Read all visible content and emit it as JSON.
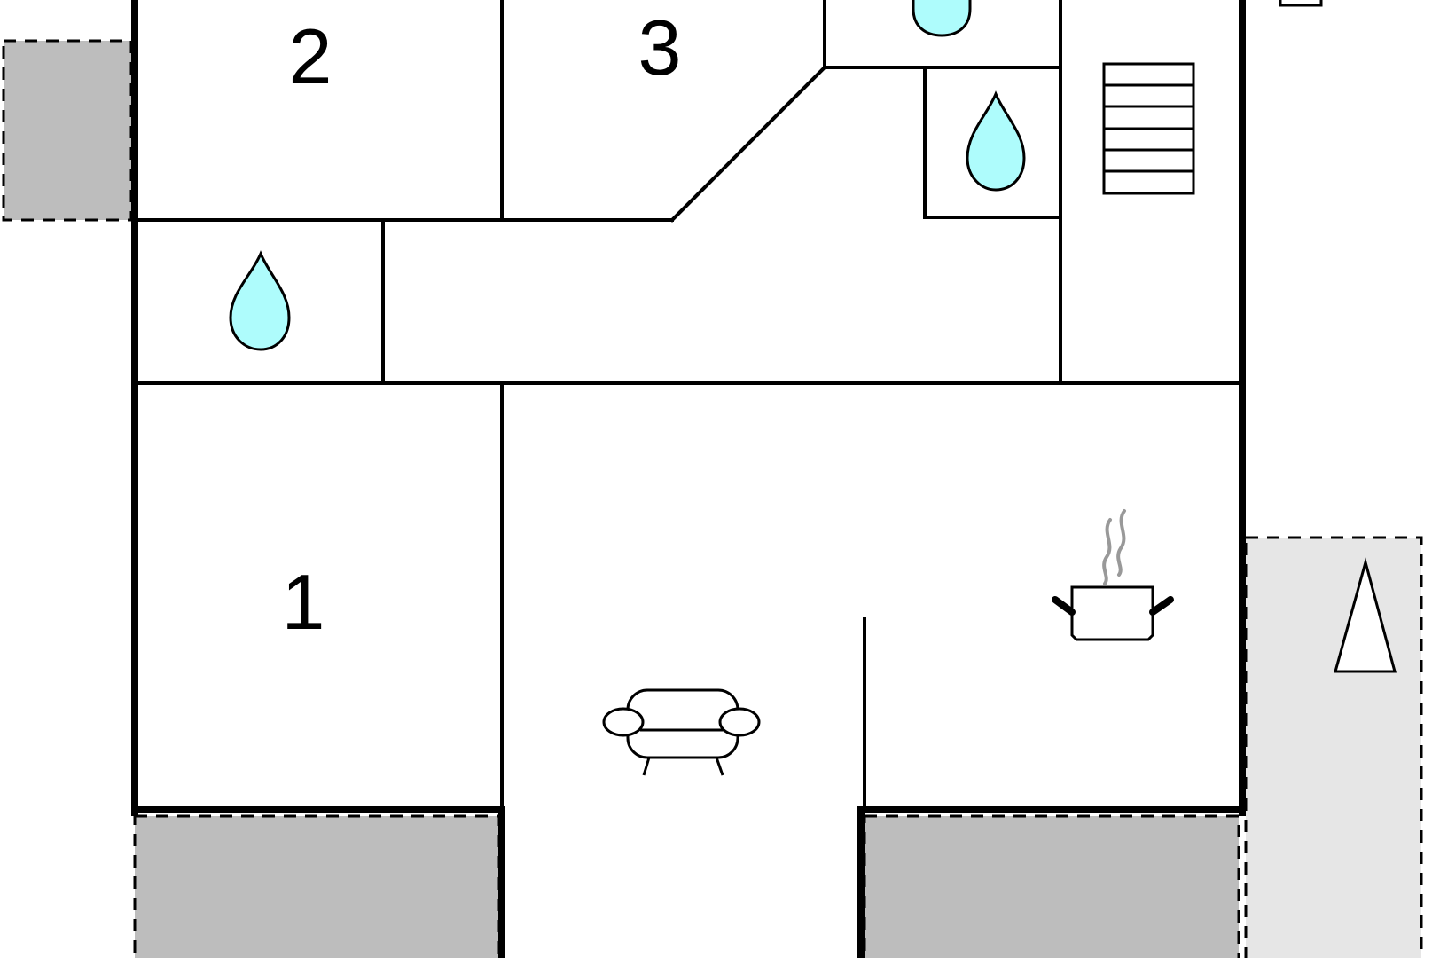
{
  "floorplan": {
    "rooms": [
      {
        "id": "bedroom-1",
        "label": "1"
      },
      {
        "id": "bedroom-2",
        "label": "2"
      },
      {
        "id": "bedroom-3",
        "label": "3"
      }
    ],
    "icons": {
      "bathroom": "water-drop-icon",
      "living": "sofa-icon",
      "kitchen": "cooking-pot-icon",
      "stairs": "stairs-icon",
      "outdoor": "tree-icon"
    },
    "colors": {
      "wall": "#000000",
      "water": "#aefcfc",
      "terrace": "#bdbdbd",
      "terrace_light": "#e6e6e6",
      "steam": "#999999"
    }
  }
}
